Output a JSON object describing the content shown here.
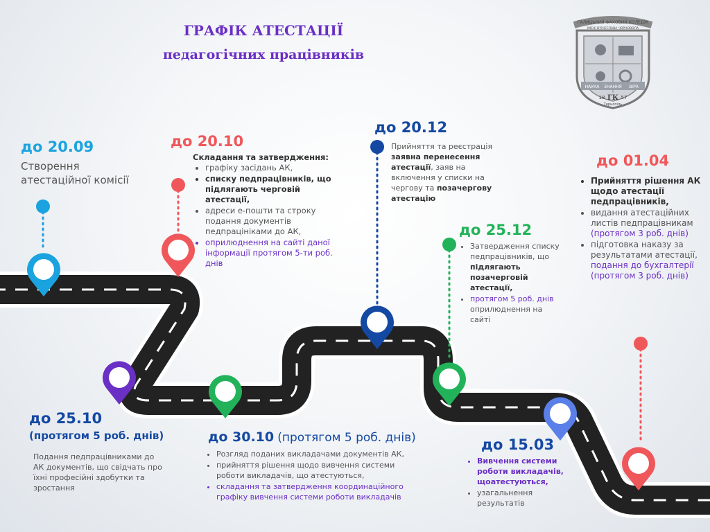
{
  "title": {
    "line1": "ГРАФІК АТЕСТАЦІЇ",
    "line2": "педагогічних працівників"
  },
  "logo": {
    "text1": "ГАЛИЦЬКИЙ ФАХОВИЙ КОЛЕДЖ",
    "text2": "ІМЕНІ В'ЯЧЕСЛАВА ЧОРНОВОЛА",
    "ribbon_left": "НАУКА",
    "ribbon_right": "ВІРА",
    "ribbon_middle": "ЗНАННЯ",
    "year_left": "18",
    "year_right": "57",
    "monogram": "ГК",
    "city": "Тернопіль"
  },
  "milestones": {
    "m1": {
      "date": "до 20.09",
      "text": "Створення атестаційної комісії",
      "color": "#1aa3df"
    },
    "m2": {
      "date": "до 20.10",
      "heading": "Складання та затвердження:",
      "i1": "графіку засідань АК,",
      "i2": "списку педпрацівників, що підлягають черговій атестації,",
      "i3": "адреси е-пошти та строку подання документів педпрацініками до АК,",
      "i4": "оприлюднення на сайті даної інформації протягом 5-ти роб. днів",
      "color": "#f0575a"
    },
    "m3": {
      "date": "до 20.12",
      "t1": "Прийняття та реєстрація",
      "t2": "заявна перенесення атестації",
      "t3": ", заяв на включення у списки на чергову та",
      "t4": "позачергову атестацію",
      "color": "#1449a3"
    },
    "m4": {
      "date": "до 25.12",
      "i1a": "Затвердження списку педпрацівників, що",
      "i1b": "підлягають позачерговій атестації,",
      "i2a": "протягом 5 роб. днів",
      "i2b": "оприлюднення на сайті",
      "color": "#22b35a"
    },
    "m5": {
      "date": "до 01.04",
      "i1": "Прийняття рішення АК щодо атестації педпрацівників,",
      "i2a": "видання атестаційних листів педпрацівникам",
      "i2b": "(протягом 3 роб. днів)",
      "i3a": "підготовка наказу за результатами атестації,",
      "i3b": "подання до бухгалтерії (протягом 3 роб. днів)",
      "color": "#f0575a"
    },
    "m6": {
      "date": "до 25.10",
      "date2": "(протягом 5 роб. днів)",
      "text": "Подання педпрацівниками до АК документів, що свідчать про їхні професійні здобутки та зростання",
      "color": "#1449a3"
    },
    "m7": {
      "date": "до 30.10",
      "date2": "(протягом 5 роб. днів)",
      "i1": "Розгляд поданих викладачами документів АК,",
      "i2": "прийняття рішення щодо вивчення системи роботи викладачів, що атестуються,",
      "i3": "складання та затвердження координаційного графіку вивчення системи роботи викладачів",
      "color": "#1449a3"
    },
    "m8": {
      "date": "до 15.03",
      "i1": "Вивчення системи роботи викладачів, щоатестуються,",
      "i2": "узагальнення результатів",
      "color": "#1449a3"
    }
  },
  "pins": {
    "pin1": "#1aa3df",
    "pin2": "#f0575a",
    "pin3": "#6a2fc4",
    "pin4": "#22b35a",
    "pin5": "#1449a3",
    "pin6": "#22b35a",
    "pin7": "#5a7fe8",
    "pin8": "#f0575a"
  },
  "road_color": "#222222"
}
